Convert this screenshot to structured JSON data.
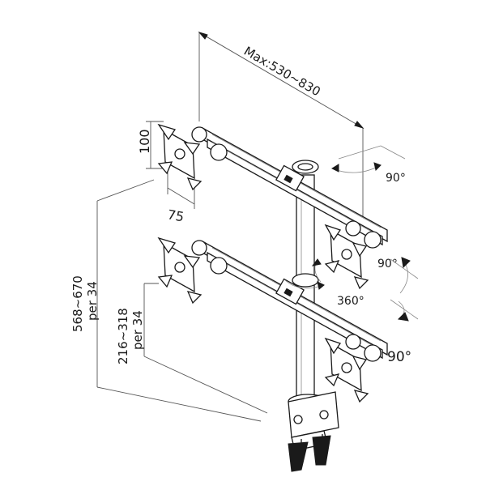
{
  "dimensions": {
    "width_label": "Max:530~830",
    "height_upper_label": "100",
    "width_small_label": "75",
    "total_height_line1": "568~670",
    "total_height_line2": "per 34",
    "lower_height_line1": "216~318",
    "lower_height_line2": "per 34"
  },
  "rotations": {
    "top_swivel": "90°",
    "upper_tilt": "90°",
    "pole_rotation": "360°",
    "lower_tilt": "90°"
  }
}
